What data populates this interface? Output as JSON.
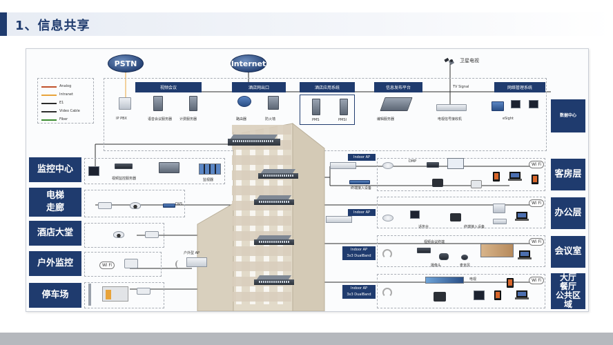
{
  "header": {
    "title": "1、信息共享"
  },
  "clouds": {
    "pstn": "PSTN",
    "internet": "Internet"
  },
  "satellite": {
    "label": "卫星电视",
    "signal": "TV Signal"
  },
  "legend": [
    {
      "label": "Analog",
      "color": "#c0502a"
    },
    {
      "label": "Intranet",
      "color": "#e8a33a"
    },
    {
      "label": "E1",
      "color": "#2b2b2b"
    },
    {
      "label": "Video Cable",
      "color": "#2b2b2b"
    },
    {
      "label": "Fiber",
      "color": "#3a8c2f"
    }
  ],
  "datacenter": {
    "groups": [
      "视频会议",
      "酒店网出口",
      "酒店应用系统",
      "信息发布平台",
      "网络管理系统"
    ],
    "devices": [
      "IP PBX",
      "语音会议服务器",
      "计费服务器",
      "路由器",
      "防火墙",
      "PMS",
      "PMSI",
      "编辑服务器",
      "电视信号接收机",
      "eSight"
    ],
    "label": "数据中心"
  },
  "left_areas": [
    "监控中心",
    "电梯\n走廊",
    "酒店大堂",
    "户外监控",
    "停车场"
  ],
  "right_areas": [
    "客房层",
    "办公层",
    "会议室",
    "大厅\n餐厅\n公共区\n域"
  ],
  "labels": {
    "monitor_dev1": "视频监控服务器",
    "monitor_dev2": "监视器",
    "dvs": "DVS",
    "wifi": "Wi Fi",
    "outdoor_ap": "户外型 AP",
    "indoor_ap": "Indoor AP",
    "indoor_ap_dual": "Indoor AP\n3x3 DualBand",
    "dmp": "DMP",
    "guest_terminal": "终端接入设备",
    "front_desk": "话务台",
    "video_conf_terminal": "视频会议终端",
    "camera": "摄像头",
    "mic": "麦克风",
    "tv": "电视"
  },
  "colors": {
    "brand": "#1f3b6e",
    "analog": "#c0502a",
    "intranet": "#e8a33a",
    "fiber": "#3a8c2f"
  }
}
